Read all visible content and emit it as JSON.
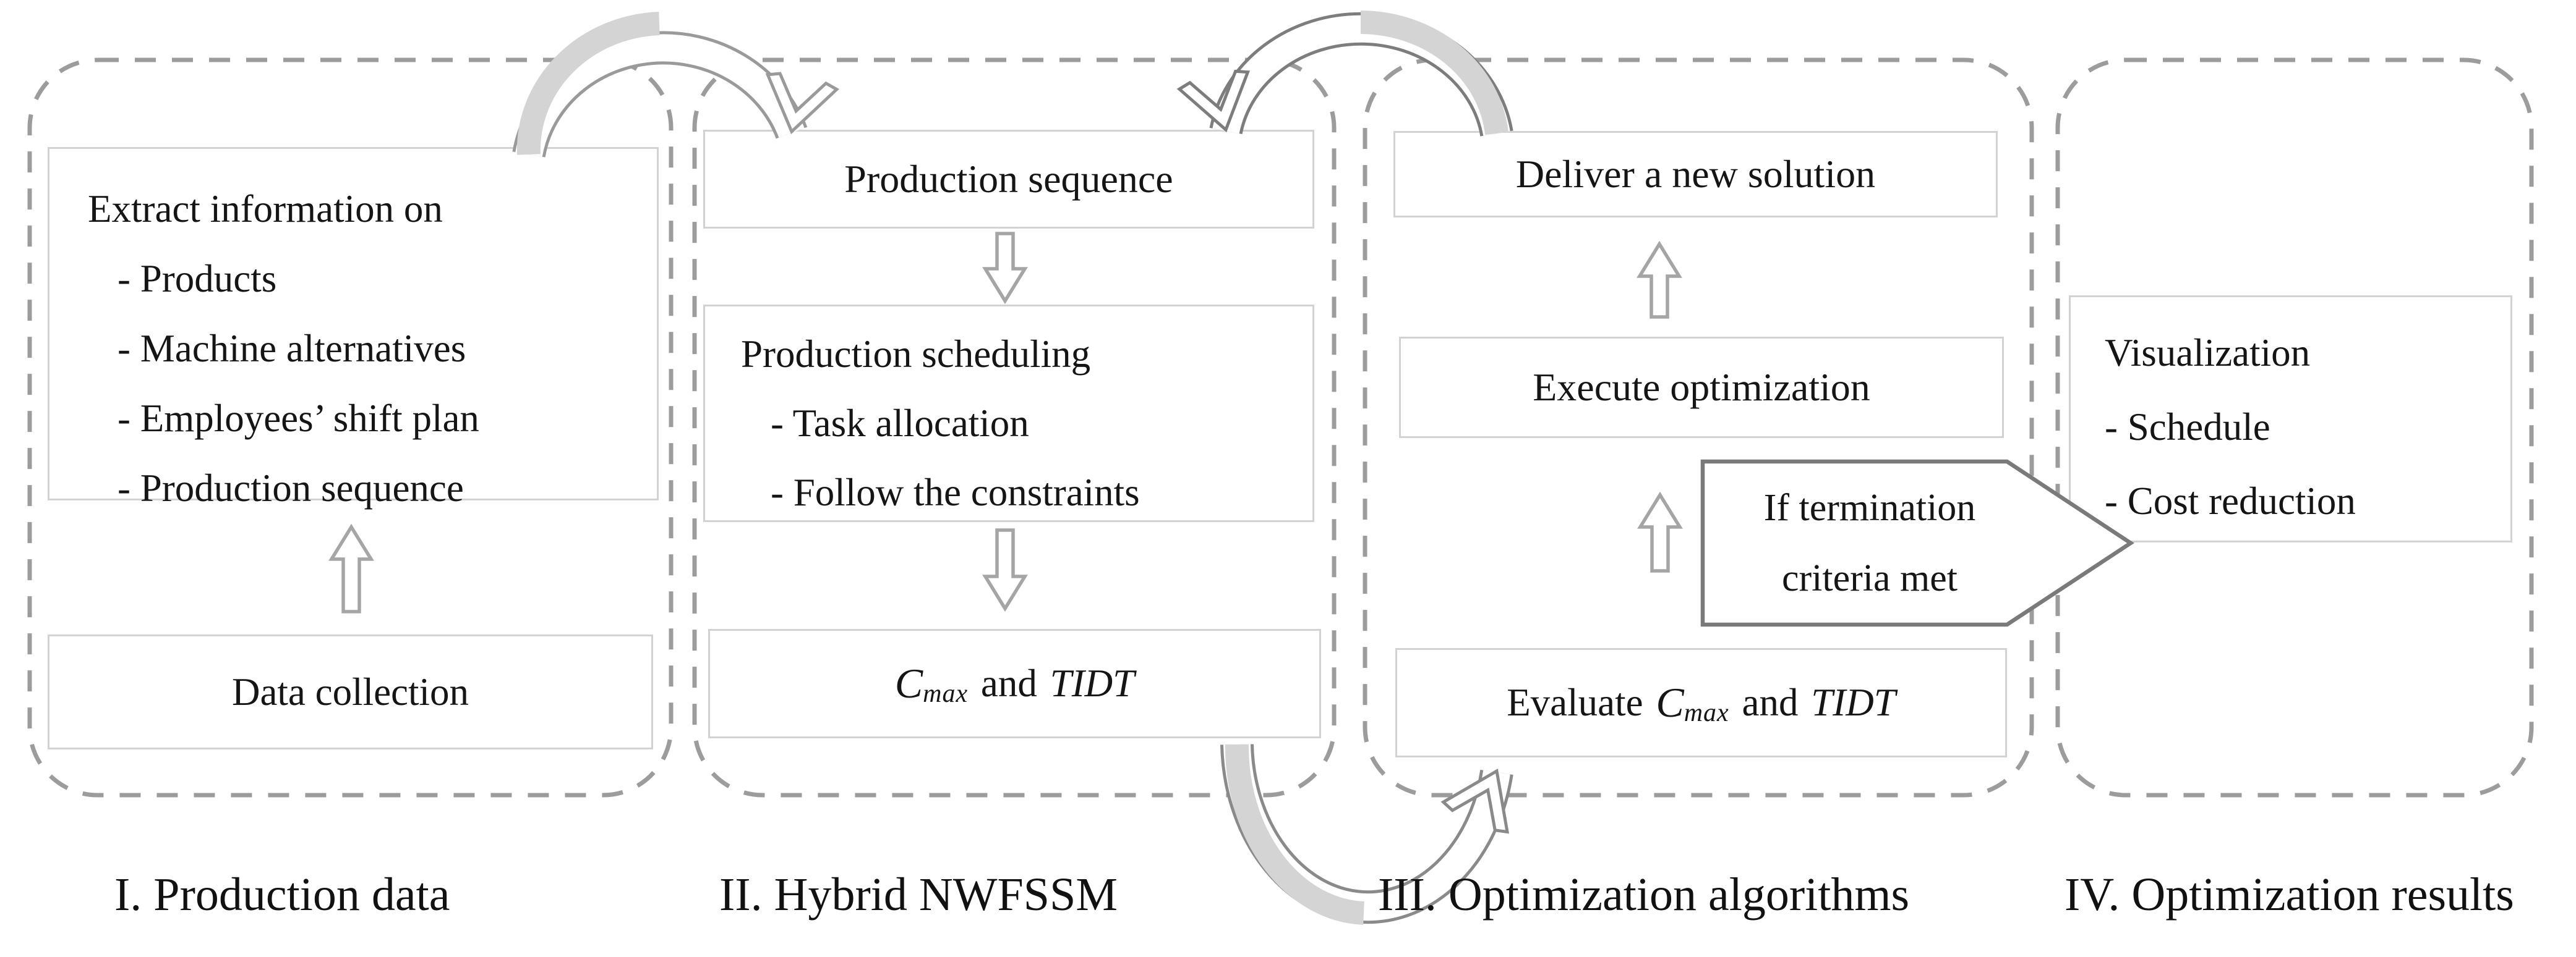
{
  "diagram": {
    "sections": [
      {
        "label": "I. Production data",
        "boxes": {
          "extract": {
            "title": "Extract information on",
            "items": [
              "- Products",
              "- Machine alternatives",
              "- Employees’ shift plan",
              "- Production sequence"
            ]
          },
          "data_collection": {
            "label": "Data collection"
          }
        }
      },
      {
        "label": "II. Hybrid NWFSSM",
        "boxes": {
          "production_sequence": {
            "label": "Production sequence"
          },
          "production_scheduling": {
            "title": "Production scheduling",
            "items": [
              "- Task allocation",
              "- Follow the constraints"
            ]
          },
          "objectives": {
            "c": "C",
            "sub": "max",
            "conj": "and",
            "tidt": "TIDT"
          }
        }
      },
      {
        "label": "III. Optimization algorithms",
        "boxes": {
          "deliver": {
            "label": "Deliver a new solution"
          },
          "execute": {
            "label": "Execute optimization"
          },
          "termination": {
            "line1": "If termination",
            "line2": "criteria met"
          },
          "evaluate": {
            "prefix": "Evaluate",
            "c": "C",
            "sub": "max",
            "conj": "and",
            "tidt": "TIDT"
          }
        }
      },
      {
        "label": "IV. Optimization results",
        "boxes": {
          "visualization": {
            "title": "Visualization",
            "items": [
              "- Schedule",
              "- Cost reduction"
            ]
          }
        }
      }
    ],
    "icons": {
      "up_arrow": "hollow-up-arrow",
      "down_arrow": "hollow-down-arrow",
      "arc_arrow_top_left": "curved-arc-arrow-i-to-ii",
      "arc_arrow_top_right": "curved-arc-arrow-iii-to-ii",
      "arc_arrow_bottom": "curved-arc-arrow-ii-to-iii",
      "termination_shape": "right-pointing-pentagon"
    },
    "colors": {
      "dashed_border": "#9c9c9c",
      "box_border": "#d2d2d2",
      "arrow_outline_light": "#a5a5a5",
      "arch_outline": "#828282",
      "arch_tail_fill": "#d4d4d4",
      "pentagon_border": "#7a7a7a",
      "text": "#151515"
    }
  }
}
